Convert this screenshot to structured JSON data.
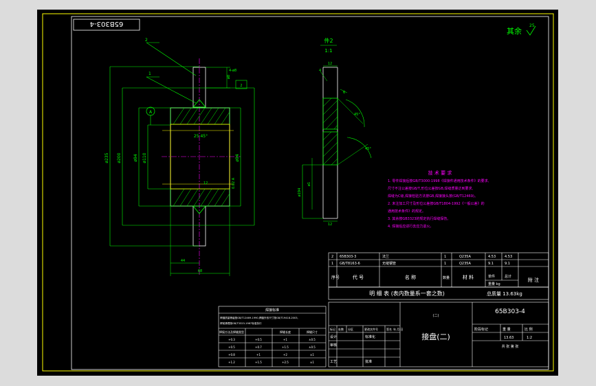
{
  "drawing": {
    "stamp_number": "65B303-4",
    "surface_note": "其余",
    "surface_value": "25"
  },
  "main_view": {
    "label_part1": "1",
    "label_part2": "2",
    "datum_label": "A",
    "dim_height": "ø235",
    "dim_inner": "ø200",
    "dim_hole_left": "ø94",
    "dim_hole_right": "ø94",
    "dim_bore": "ø110",
    "dim_chamfer": "25 45°",
    "dim_width": "68",
    "dim_offset": "44",
    "dim_small": "12",
    "dim_tol_right": "0.02 A",
    "dim_height_b": "ø8",
    "dim_gap": "2",
    "dim_top": "4-ø8"
  },
  "section_view": {
    "title": "件2",
    "scale": "1:1",
    "dim_top": "12",
    "dim_bottom": "12",
    "dim_angle_top": "45°",
    "dim_angle_bottom": "45°",
    "dim_left": "ø194",
    "dim_small": "ø1",
    "dim_l1": "6",
    "dim_l2": "4"
  },
  "tech_req": {
    "title": "技 术 要 求",
    "lines": [
      "1. 零件焊接后按GB/T3000-1998《焊接件通用技术条件》的要求,",
      "   尺寸不注公差按GB/T,形位公差按GB,焊缝质量达到要求,",
      "   焊缝为C级,焊接检验方法按GB,焊接接头按(GB/T12469)。",
      "2. 未注加工尺寸及形位公差按GB/T1804-1992《一般公差》的",
      "   通用技术条件》的规定。",
      "3. 其余按GB3323的规定执行焊缝探伤。",
      "4. 焊接后应进行去应力退火。"
    ]
  },
  "bom": {
    "rows": [
      {
        "no": "2",
        "code": "65B303-3",
        "name": "法兰",
        "qty": "1",
        "material": "Q235A",
        "w1": "4.53",
        "w2": "4.53",
        "note": ""
      },
      {
        "no": "1",
        "code": "GB/T8163-6",
        "name": "无缝钢管",
        "qty": "1",
        "material": "Q235A",
        "w1": "9.1",
        "w2": "9.1",
        "note": ""
      }
    ],
    "header": {
      "no": "序号",
      "code": "代  号",
      "name": "名    称",
      "qty": "数量",
      "material": "材  料",
      "single": "单件",
      "total": "总计",
      "weight": "重量 kg",
      "note": "附  注"
    },
    "footer": "明  细  表  (表内数量系一套之数)",
    "total_weight": "总质量 13.63kg"
  },
  "title_block": {
    "drawing_no": "65B303-4",
    "part_name": "接盘(二)",
    "scale_hint": "(二)",
    "stage_label": "阶段标记",
    "weight_label": "重 量",
    "scale_label": "比 例",
    "weight_value": "13.63",
    "scale_value": "1:2",
    "sheet_label": "共    张  第    张",
    "rows": [
      "标记",
      "设计",
      "审核",
      "工艺"
    ],
    "cols": [
      "处数",
      "分区",
      "更改文件号",
      "签名",
      "年.月.日"
    ],
    "std_label": "标准化",
    "approve_label": "批准"
  },
  "weld_table": {
    "title": "焊接标准",
    "note1": "焊缝质量等级按GB/T12469-1990,焊缝外形尺寸按GB/T19418-2003,",
    "note2": "焊前清理按GB/T3323-1987标准执行",
    "header": [
      "焊接方法及焊缝类型",
      "",
      "焊缝长度",
      "焊缝尺寸"
    ],
    "rows": [
      [
        "+0.3",
        "+0.5",
        "+1",
        "±0.5"
      ],
      [
        "+0.5",
        "+0.7",
        "+1.5",
        "±0.5"
      ],
      [
        "+0.8",
        "+1",
        "+2",
        "±1"
      ],
      [
        "+1.2",
        "+1.5",
        "+2.5",
        "±1"
      ]
    ]
  }
}
